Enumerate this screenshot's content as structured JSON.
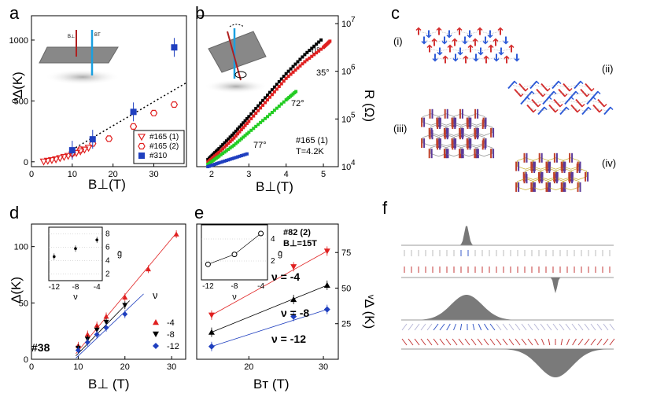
{
  "panel_labels": {
    "a": "a",
    "b": "b",
    "c": "c",
    "d": "d",
    "e": "e",
    "f": "f"
  },
  "panel_c": {
    "labels": [
      "(i)",
      "(ii)",
      "(iii)",
      "(iv)"
    ]
  },
  "chart_data": [
    {
      "id": "a",
      "type": "scatter",
      "ylabel": "⁰Δ(K)",
      "xlabel": "B⊥(T)",
      "xlim": [
        0,
        38
      ],
      "ylim": [
        -40,
        1200
      ],
      "xticks": [
        0,
        10,
        20,
        30
      ],
      "yticks": [
        0,
        500,
        1000
      ],
      "inset_labels": [
        "B⊥",
        "BT"
      ],
      "series": [
        {
          "name": "#165 (1)",
          "color": "#e02020",
          "marker": "triangle-down",
          "points": [
            [
              3,
              2
            ],
            [
              4,
              8
            ],
            [
              5,
              14
            ],
            [
              6,
              20
            ],
            [
              7,
              30
            ],
            [
              8,
              40
            ],
            [
              9,
              48
            ],
            [
              10,
              60
            ],
            [
              11,
              72
            ],
            [
              12,
              85
            ],
            [
              13,
              100
            ],
            [
              14,
              115
            ]
          ]
        },
        {
          "name": "#165 (2)",
          "color": "#e02020",
          "marker": "hexagon-open",
          "points": [
            [
              10,
              70
            ],
            [
              12,
              100
            ],
            [
              15,
              150
            ],
            [
              19,
              190
            ],
            [
              25,
              290
            ],
            [
              30,
              400
            ],
            [
              35,
              470
            ]
          ]
        },
        {
          "name": "#310",
          "color": "#1f3fbf",
          "marker": "square",
          "points": [
            [
              10,
              95
            ],
            [
              15,
              185
            ],
            [
              25,
              410
            ],
            [
              35,
              940
            ]
          ]
        }
      ],
      "fit_line": {
        "points": [
          [
            10,
            100
          ],
          [
            38,
            650
          ]
        ]
      }
    },
    {
      "id": "b",
      "type": "line",
      "ylabel": "R (Ω)",
      "xlabel": "B⊥(T)",
      "xlim": [
        1.6,
        5.4
      ],
      "logylim": [
        4,
        7
      ],
      "xticks": [
        2,
        3,
        4,
        5
      ],
      "yticks_log": [
        {
          "base": "10",
          "exp": "4"
        },
        {
          "base": "10",
          "exp": "5"
        },
        {
          "base": "10",
          "exp": "6"
        },
        {
          "base": "10",
          "exp": "7"
        }
      ],
      "annotation": [
        "#165 (1)",
        "T=4.2K"
      ],
      "series": [
        {
          "name": "0°",
          "color": "#000000",
          "points": [
            [
              1.9,
              4.15
            ],
            [
              2.2,
              4.38
            ],
            [
              2.6,
              4.7
            ],
            [
              3.0,
              5.05
            ],
            [
              3.5,
              5.5
            ],
            [
              4.0,
              5.95
            ],
            [
              4.5,
              6.35
            ],
            [
              5.0,
              6.7
            ]
          ]
        },
        {
          "name": "35°",
          "color": "#e02020",
          "points": [
            [
              1.9,
              4.1
            ],
            [
              2.2,
              4.3
            ],
            [
              2.6,
              4.6
            ],
            [
              3.0,
              4.95
            ],
            [
              3.5,
              5.4
            ],
            [
              4.0,
              5.85
            ],
            [
              4.5,
              6.2
            ],
            [
              5.0,
              6.5
            ],
            [
              5.2,
              6.65
            ]
          ]
        },
        {
          "name": "72°",
          "color": "#22cc22",
          "points": [
            [
              1.9,
              4.05
            ],
            [
              2.2,
              4.22
            ],
            [
              2.6,
              4.45
            ],
            [
              3.0,
              4.72
            ],
            [
              3.5,
              5.05
            ],
            [
              4.0,
              5.4
            ],
            [
              4.3,
              5.6
            ]
          ]
        },
        {
          "name": "77°",
          "color": "#1f3fbf",
          "points": [
            [
              1.9,
              4.0
            ],
            [
              2.2,
              4.08
            ],
            [
              2.6,
              4.18
            ],
            [
              3.0,
              4.28
            ]
          ]
        }
      ]
    },
    {
      "id": "d",
      "type": "scatter",
      "ylabel": "Δ(K)",
      "xlabel": "B⊥ (T)",
      "xlim": [
        0,
        33
      ],
      "ylim": [
        0,
        120
      ],
      "xticks": [
        0,
        10,
        20,
        30
      ],
      "yticks": [
        0,
        50,
        100
      ],
      "sample_label": "#38",
      "legend_title": "ν",
      "series": [
        {
          "name": "-4",
          "color": "#e02020",
          "marker": "triangle-up",
          "points": [
            [
              10,
              12
            ],
            [
              12,
              22
            ],
            [
              14,
              30
            ],
            [
              16,
              38
            ],
            [
              20,
              55
            ],
            [
              25,
              80
            ],
            [
              31,
              111
            ]
          ],
          "fit": [
            [
              9.5,
              5
            ],
            [
              31,
              112
            ]
          ]
        },
        {
          "name": "-8",
          "color": "#000000",
          "marker": "triangle-down",
          "points": [
            [
              10,
              10
            ],
            [
              12,
              18
            ],
            [
              14,
              26
            ],
            [
              16,
              33
            ],
            [
              20,
              48
            ]
          ],
          "fit": [
            [
              9.5,
              3
            ],
            [
              21,
              52
            ]
          ]
        },
        {
          "name": "-12",
          "color": "#1f3fbf",
          "marker": "diamond",
          "points": [
            [
              10,
              8
            ],
            [
              12,
              15
            ],
            [
              14,
              22
            ],
            [
              16,
              28
            ],
            [
              20,
              40
            ]
          ],
          "fit": [
            [
              9.5,
              1
            ],
            [
              24,
              58
            ]
          ]
        }
      ],
      "inset": {
        "xlabel": "ν",
        "ylabel": "ḡ",
        "xticks": [
          -12,
          -8,
          -4
        ],
        "yticks": [
          2,
          4,
          6,
          8
        ],
        "points": [
          [
            -12,
            4.6
          ],
          [
            -8,
            5.8
          ],
          [
            -4,
            7.1
          ]
        ]
      }
    },
    {
      "id": "e",
      "type": "scatter",
      "ylabel": "ᵛΔ (K)",
      "xlabel": "Bᴛ (T)",
      "xlim": [
        13,
        32
      ],
      "ylim": [
        0,
        95
      ],
      "xticks": [
        20,
        30
      ],
      "yticks": [
        25,
        50,
        75
      ],
      "annotation": [
        "#82 (2)",
        "B⊥=15T"
      ],
      "series": [
        {
          "name": "ν = -4",
          "color": "#e02020",
          "marker": "triangle-down",
          "points": [
            [
              15,
              31
            ],
            [
              26,
              65
            ],
            [
              30.5,
              76
            ]
          ]
        },
        {
          "name": "ν = -8",
          "color": "#000000",
          "marker": "triangle-up",
          "points": [
            [
              15,
              19
            ],
            [
              26,
              42
            ],
            [
              30.5,
              52
            ]
          ]
        },
        {
          "name": "ν = -12",
          "color": "#1f3fbf",
          "marker": "diamond",
          "points": [
            [
              15,
              9
            ],
            [
              26,
              30
            ],
            [
              30.5,
              35
            ]
          ]
        }
      ],
      "inset": {
        "xlabel": "ν",
        "ylabel": "ḡ",
        "xticks": [
          -12,
          -8,
          -4
        ],
        "yticks": [
          2,
          4
        ],
        "points": [
          [
            -12,
            1.7
          ],
          [
            -8,
            2.6
          ],
          [
            -4,
            4.5
          ]
        ]
      }
    }
  ]
}
